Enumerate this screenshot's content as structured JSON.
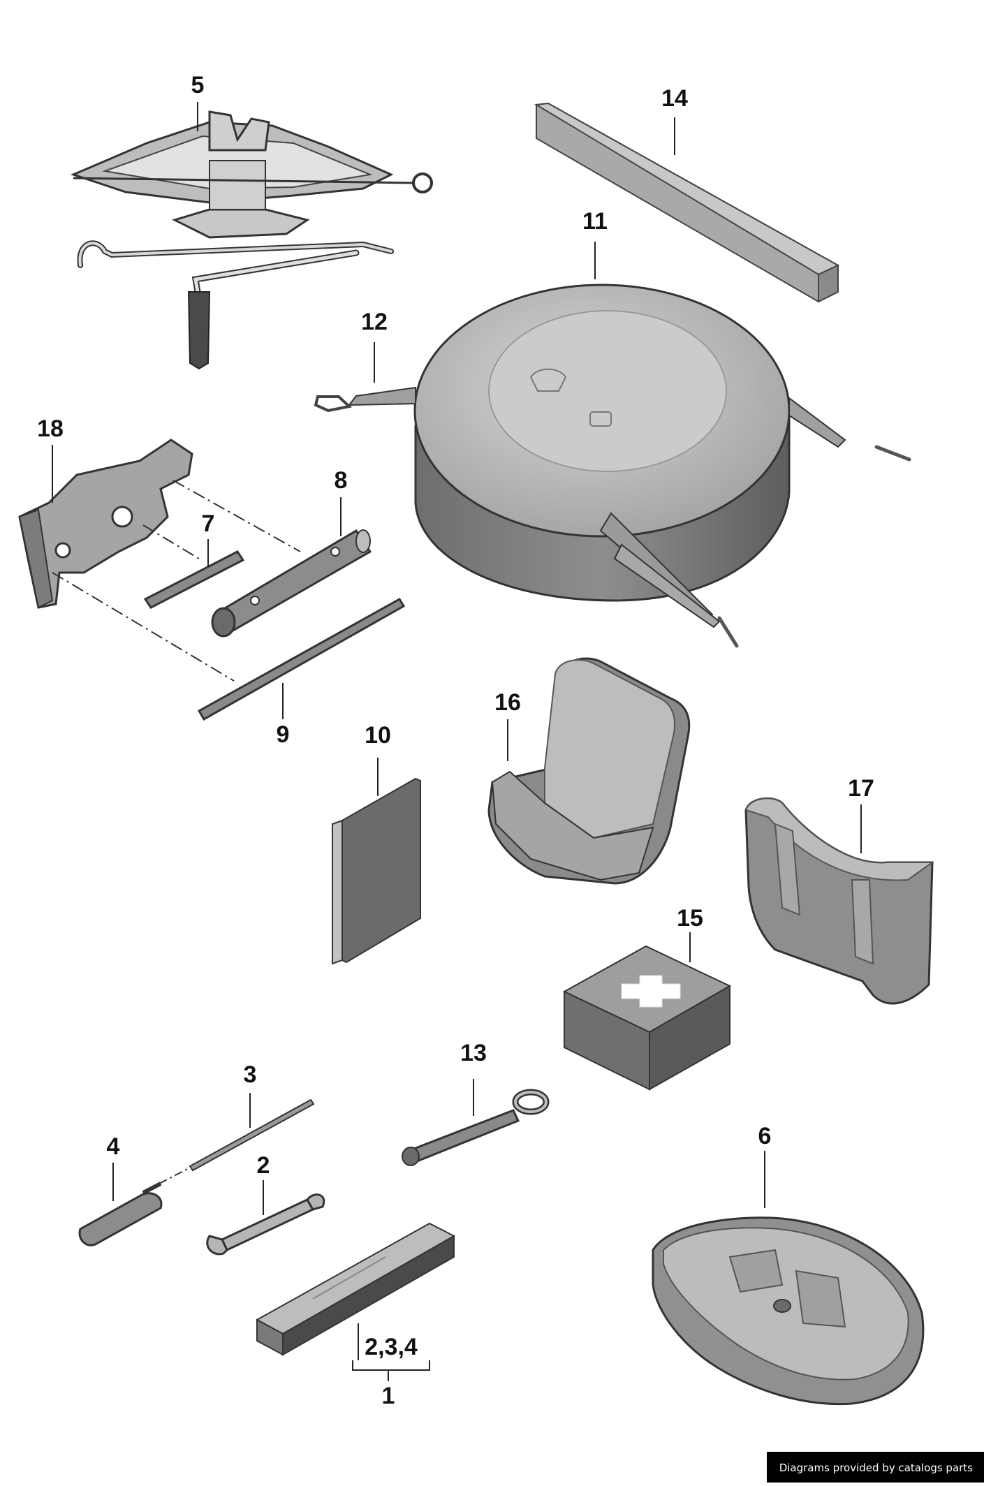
{
  "diagram": {
    "type": "exploded-parts-diagram",
    "callouts": [
      {
        "id": "c5",
        "label": "5"
      },
      {
        "id": "c14",
        "label": "14"
      },
      {
        "id": "c11",
        "label": "11"
      },
      {
        "id": "c12",
        "label": "12"
      },
      {
        "id": "c18",
        "label": "18"
      },
      {
        "id": "c8",
        "label": "8"
      },
      {
        "id": "c7",
        "label": "7"
      },
      {
        "id": "c9",
        "label": "9"
      },
      {
        "id": "c16",
        "label": "16"
      },
      {
        "id": "c10",
        "label": "10"
      },
      {
        "id": "c17",
        "label": "17"
      },
      {
        "id": "c15",
        "label": "15"
      },
      {
        "id": "c13",
        "label": "13"
      },
      {
        "id": "c3",
        "label": "3"
      },
      {
        "id": "c4",
        "label": "4"
      },
      {
        "id": "c2",
        "label": "2"
      },
      {
        "id": "c6",
        "label": "6"
      },
      {
        "id": "c234",
        "label": "2,3,4"
      },
      {
        "id": "c1",
        "label": "1"
      }
    ],
    "parts": [
      {
        "id": "jack",
        "icon": "scissor-jack-icon"
      },
      {
        "id": "crank",
        "icon": "jack-crank-handle-icon"
      },
      {
        "id": "bar14",
        "icon": "rectangular-bar-icon"
      },
      {
        "id": "tire",
        "icon": "spare-tire-cover-icon"
      },
      {
        "id": "strap-left",
        "icon": "strap-clip-icon"
      },
      {
        "id": "bracket18",
        "icon": "tool-bracket-icon"
      },
      {
        "id": "socket8",
        "icon": "socket-wrench-icon"
      },
      {
        "id": "pin7",
        "icon": "pin-rod-icon"
      },
      {
        "id": "rod9",
        "icon": "rod-icon"
      },
      {
        "id": "board10",
        "icon": "flat-panel-icon"
      },
      {
        "id": "pad16",
        "icon": "foam-cradle-icon"
      },
      {
        "id": "block17",
        "icon": "foam-block-icon"
      },
      {
        "id": "firstaid15",
        "icon": "first-aid-kit-icon"
      },
      {
        "id": "towhook13",
        "icon": "towing-eye-icon"
      },
      {
        "id": "screwdriver-blade3",
        "icon": "screwdriver-blade-icon"
      },
      {
        "id": "screwdriver4",
        "icon": "screwdriver-handle-icon"
      },
      {
        "id": "wrench2",
        "icon": "open-end-wrench-icon"
      },
      {
        "id": "toolbag1",
        "icon": "tool-pouch-icon"
      },
      {
        "id": "tray6",
        "icon": "foam-tray-icon"
      }
    ]
  },
  "footer": {
    "credit": "Diagrams provided by catalogs parts"
  },
  "colors": {
    "line": "#222222",
    "part_light": "#c9c9c9",
    "part_mid": "#9a9a9a",
    "part_dark": "#6e6e6e",
    "background": "#ffffff",
    "credit_bg": "#000000",
    "credit_fg": "#ffffff"
  }
}
